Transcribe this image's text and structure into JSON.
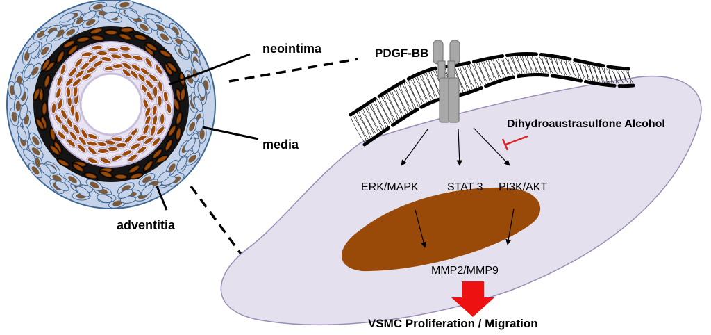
{
  "labels": {
    "neointima": "neointima",
    "media": "media",
    "adventitia": "adventitia",
    "ligand": "PDGF-BB",
    "inhibitor": "Dihydroaustrasulfone Alcohol",
    "erk": "ERK/MAPK",
    "stat3": "STAT 3",
    "pi3k": "PI3K/AKT",
    "mmp": "MMP2/MMP9",
    "outcome": "VSMC Proliferation / Migration"
  },
  "colors": {
    "cell_fill": "#e4e0ee",
    "cell_stroke": "#9a8cb4",
    "nucleus": "#9a4a08",
    "inhibitor": "#e02020",
    "arrow_big": "#ee1111",
    "receptor": "#a8a8a8",
    "adventitia_fill": "#c6d3e8",
    "adventitia_stroke": "#3d6794",
    "media_band": "#111111",
    "intima_fill": "#e9e4f1"
  }
}
